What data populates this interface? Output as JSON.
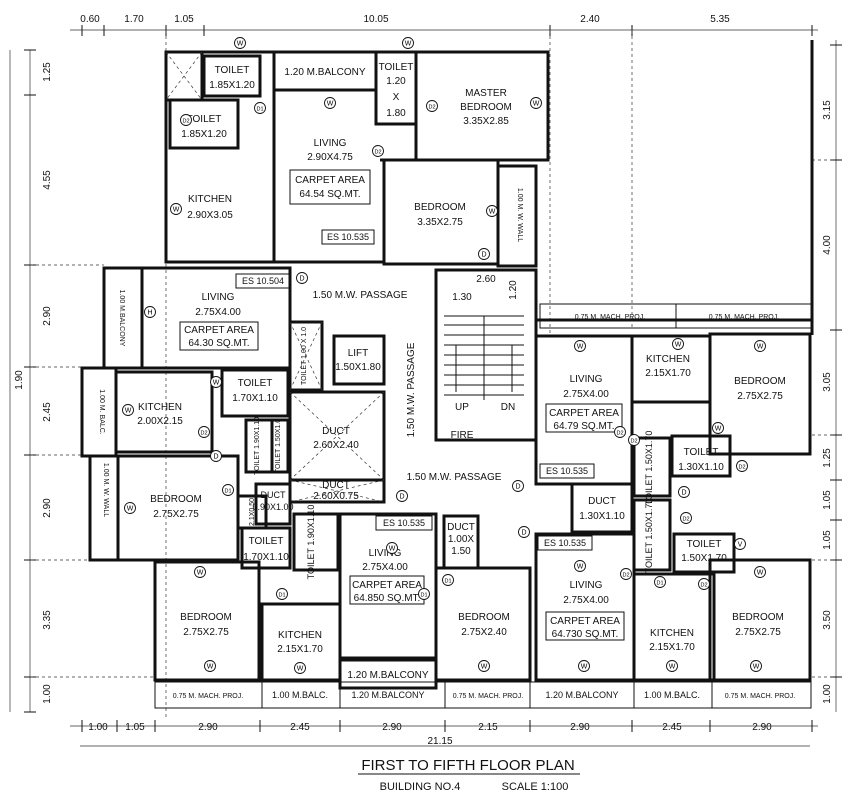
{
  "title": "FIRST TO FIFTH FLOOR PLAN",
  "building": "BUILDING NO.4",
  "scale": "SCALE 1:100",
  "dims_top": [
    "0.60",
    "1.70",
    "1.05",
    "10.05",
    "2.40",
    "5.35"
  ],
  "dims_bottom": [
    "1.00",
    "1.05",
    "2.90",
    "2.45",
    "2.90",
    "2.15",
    "2.90",
    "2.45",
    "2.90"
  ],
  "dim_total": "21.15",
  "dims_left": [
    "1.25",
    "4.55",
    "2.90",
    "2.45",
    "2.90",
    "3.35",
    "1.00"
  ],
  "dim_left_total": "1.90",
  "dims_right": [
    "3.15",
    "4.00",
    "3.05",
    "1.25",
    "1.05",
    "1.05",
    "3.50",
    "1.00"
  ],
  "rooms": {
    "toilet1": [
      "TOILET",
      "1.85X1.20"
    ],
    "toilet2": [
      "TOILET",
      "1.85X1.20"
    ],
    "balcony_top": "1.20 M.BALCONY",
    "toilet_top": [
      "TOILET",
      "1.20",
      "X",
      "1.80"
    ],
    "master": [
      "MASTER",
      "BEDROOM",
      "3.35X2.85"
    ],
    "living_a": [
      "LIVING",
      "2.90X4.75"
    ],
    "carpet_a": [
      "CARPET AREA",
      "64.54 SQ.MT."
    ],
    "kitchen_a": [
      "KITCHEN",
      "2.90X3.05"
    ],
    "bedroom_a": [
      "BEDROOM",
      "3.35X2.75"
    ],
    "es_a": "ES 10.535",
    "wall_a": "1.00 M. W. WALL",
    "living_b": [
      "LIVING",
      "2.75X4.00"
    ],
    "carpet_b": [
      "CARPET AREA",
      "64.30 SQ.MT."
    ],
    "es_b": "ES 10.504",
    "balcony_b": "1.00 M.BALCONY",
    "passage_top": "1.50 M.W. PASSAGE",
    "passage_mid": "1.50 M.W. PASSAGE",
    "passage_low": "1.50 M.W. PASSAGE",
    "lift": [
      "LIFT",
      "1.50X1.80"
    ],
    "toilet_shaft": "TOILET 1.00 X 1.0",
    "kitchen_b": [
      "KITCHEN",
      "2.00X2.15"
    ],
    "balc_b": "1.00 M. BALC.",
    "toilet_b": [
      "TOILET",
      "1.70X1.10"
    ],
    "toilet_b2": [
      "TOILET",
      "1.90X1.10"
    ],
    "toilet_b3": [
      "TOILET",
      "1.50X1.0"
    ],
    "duct_a": [
      "DUCT",
      "2.60X2.40"
    ],
    "duct_b": [
      "DUCT",
      "2.60X0.75"
    ],
    "duct_c": [
      "DUCT",
      "0.90X1.00"
    ],
    "duct_d": [
      "DUCT",
      "1.00X",
      "1.50"
    ],
    "duct_e": [
      "DUCT",
      "1.30X1.10"
    ],
    "bedroom_b": [
      "BEDROOM",
      "2.75X2.75"
    ],
    "wall_b": "1.00 M. W. WALL",
    "duct_small": "2.1X0.50",
    "toilet_c": [
      "TOILET",
      "1.70X1.10"
    ],
    "toilet_c2": [
      "TOILET",
      "1.90X1.10"
    ],
    "living_c": [
      "LIVING",
      "2.75X4.00"
    ],
    "carpet_c": [
      "CARPET AREA",
      "64.850 SQ.MT."
    ],
    "es_c": "ES 10.535",
    "bedroom_c1": [
      "BEDROOM",
      "2.75X2.75"
    ],
    "kitchen_c": [
      "KITCHEN",
      "2.15X1.70"
    ],
    "bedroom_c2": [
      "BEDROOM",
      "2.75X2.40"
    ],
    "balcony_c": "1.20 M.BALCONY",
    "stair": [
      "UP",
      "DN",
      "FIRE"
    ],
    "stair_dims": [
      "2.60",
      "1.20",
      "1.30"
    ],
    "living_d": [
      "LIVING",
      "2.75X4.00"
    ],
    "carpet_d": [
      "CARPET AREA",
      "64.79 SQ.MT."
    ],
    "es_d": "ES 10.535",
    "kitchen_d": [
      "KITCHEN",
      "2.15X1.70"
    ],
    "bedroom_d": [
      "BEDROOM",
      "2.75X2.75"
    ],
    "toilet_d1": [
      "TOILET",
      "1.30X1.10"
    ],
    "toilet_d2": [
      "TOILET",
      "1.50X1.70"
    ],
    "toilet_d3": [
      "TOILET",
      "1.50X1.70"
    ],
    "toilet_d4": [
      "TOILET",
      "1.50X1.70"
    ],
    "living_e": [
      "LIVING",
      "2.75X4.00"
    ],
    "carpet_e": [
      "CARPET AREA",
      "64.730 SQ.MT."
    ],
    "es_e": "ES 10.535",
    "kitchen_e": [
      "KITCHEN",
      "2.15X1.70"
    ],
    "bedroom_e": [
      "BEDROOM",
      "2.75X2.75"
    ],
    "mach1": "0.75 M. MACH. PROJ.",
    "mach2": "0.75 M. MACH. PROJ.",
    "balc_bot1": "1.00 M.BALC.",
    "balc_bot2": "1.20 M.BALCONY",
    "mach_bot1": "0.75 M. MACH. PROJ.",
    "mach_bot2": "0.75 M. MACH. PROJ.",
    "balc_bot3": "1.20 M.BALCONY",
    "balc_bot4": "1.00 M.BALC.",
    "mach_bot3": "0.75 M. MACH. PROJ."
  },
  "markers": {
    "window": "W",
    "door": "D",
    "door1": "D1",
    "door2": "D2",
    "window_h": "H",
    "vent": "V"
  }
}
